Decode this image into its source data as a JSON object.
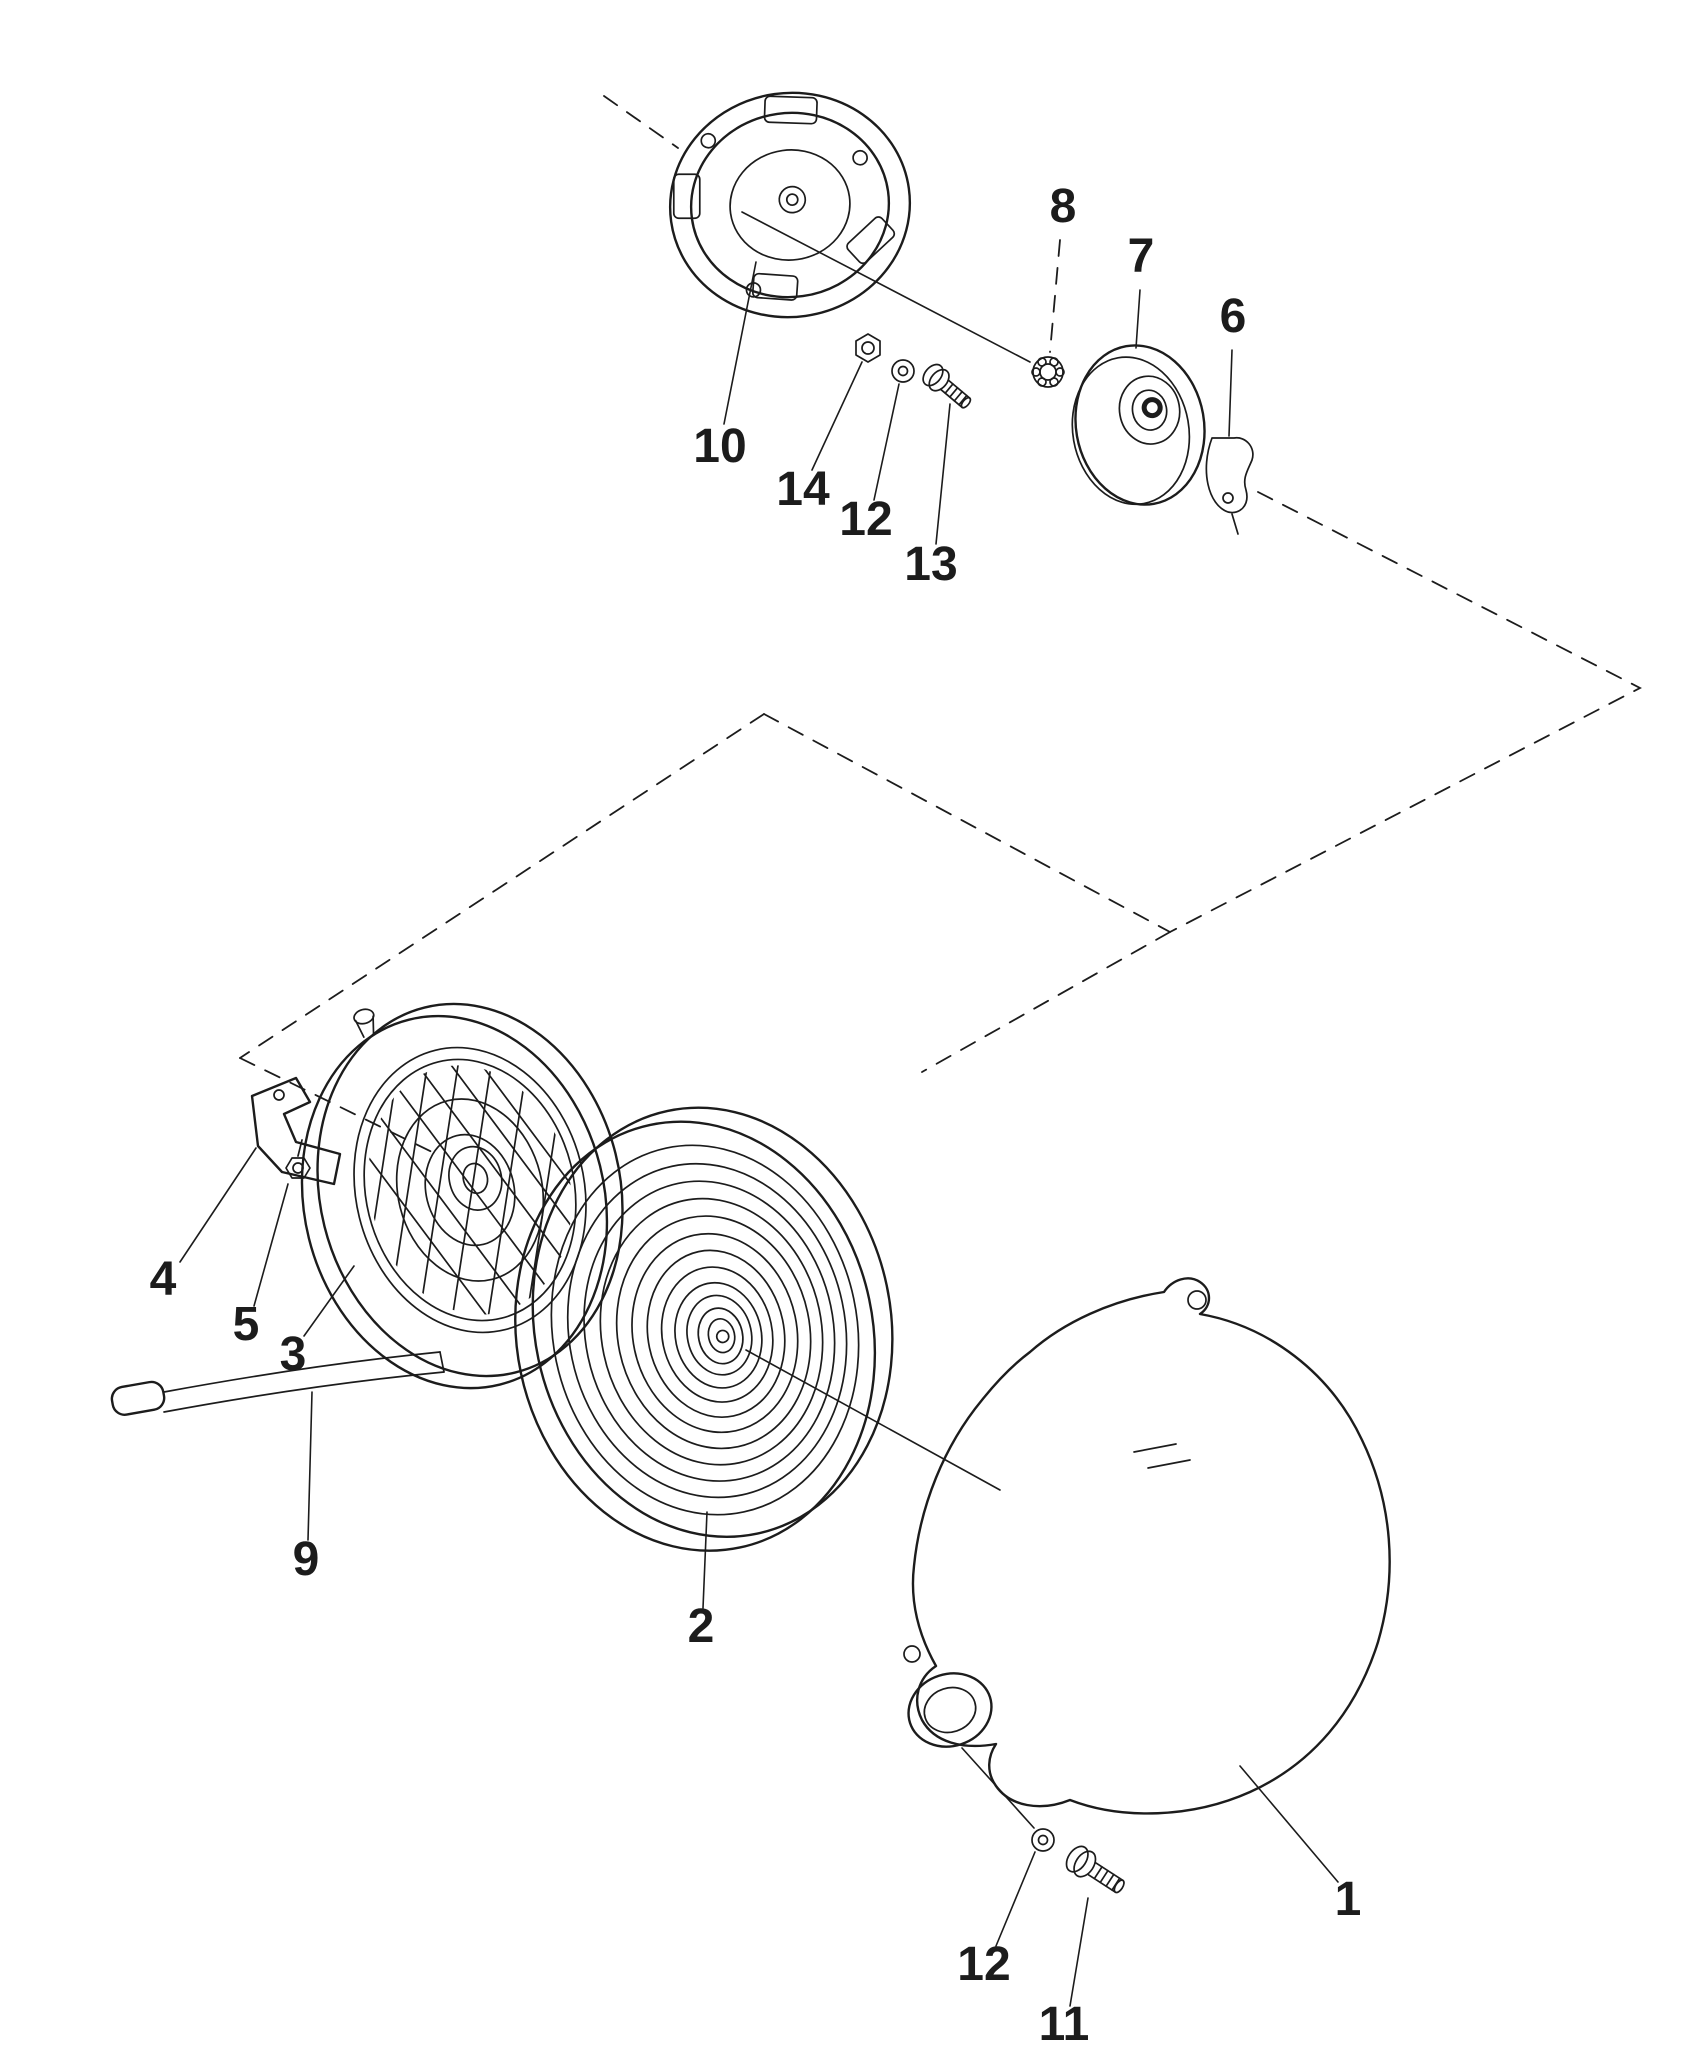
{
  "diagram": {
    "figure_type": "exploded-parts-diagram",
    "background_color": "#ffffff",
    "ink_color": "#1c1c1c",
    "callouts": {
      "c1": "1",
      "c2": "2",
      "c3": "3",
      "c4": "4",
      "c5": "5",
      "c6": "6",
      "c7": "7",
      "c8": "8",
      "c9": "9",
      "c10": "10",
      "c11": "11",
      "c12_top": "12",
      "c12_bottom": "12",
      "c13": "13",
      "c14": "14"
    }
  }
}
